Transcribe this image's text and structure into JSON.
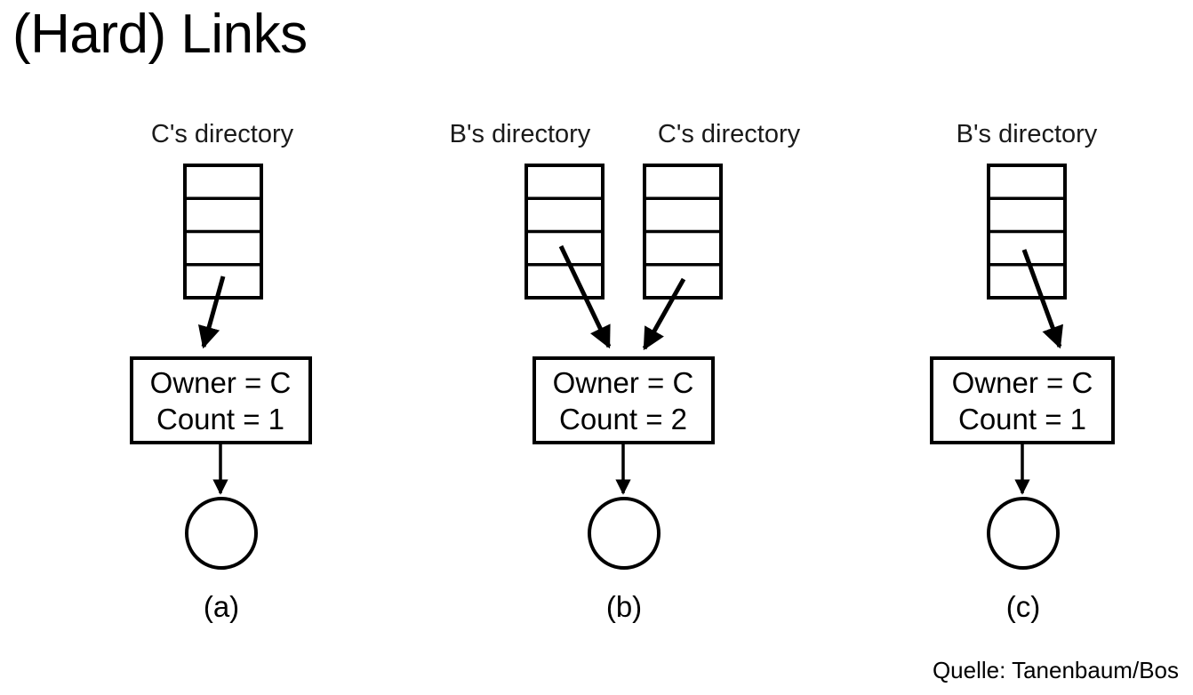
{
  "slide": {
    "title": "(Hard) Links",
    "source_note": "Quelle: Tanenbaum/Bos",
    "background_color": "#ffffff",
    "ink_color": "#000000"
  },
  "diagram": {
    "type": "diagram",
    "description": "Hard link reference counting in a UNIX file system: directory entries pointing to an i-node with an owner and a link count, which in turn points to the file.",
    "row_count_per_directory": 4,
    "panels": [
      {
        "id": "a",
        "label": "(a)",
        "directories": [
          {
            "heading": "C's directory",
            "entry_row": 4
          }
        ],
        "inode": {
          "owner_line": "Owner = C",
          "count_line": "Count = 1",
          "owner": "C",
          "count": 1
        }
      },
      {
        "id": "b",
        "label": "(b)",
        "directories": [
          {
            "heading": "B's directory",
            "entry_row": 3
          },
          {
            "heading": "C's directory",
            "entry_row": 4
          }
        ],
        "inode": {
          "owner_line": "Owner = C",
          "count_line": "Count = 2",
          "owner": "C",
          "count": 2
        }
      },
      {
        "id": "c",
        "label": "(c)",
        "directories": [
          {
            "heading": "B's directory",
            "entry_row": 3
          }
        ],
        "inode": {
          "owner_line": "Owner = C",
          "count_line": "Count = 1",
          "owner": "C",
          "count": 1
        }
      }
    ]
  }
}
